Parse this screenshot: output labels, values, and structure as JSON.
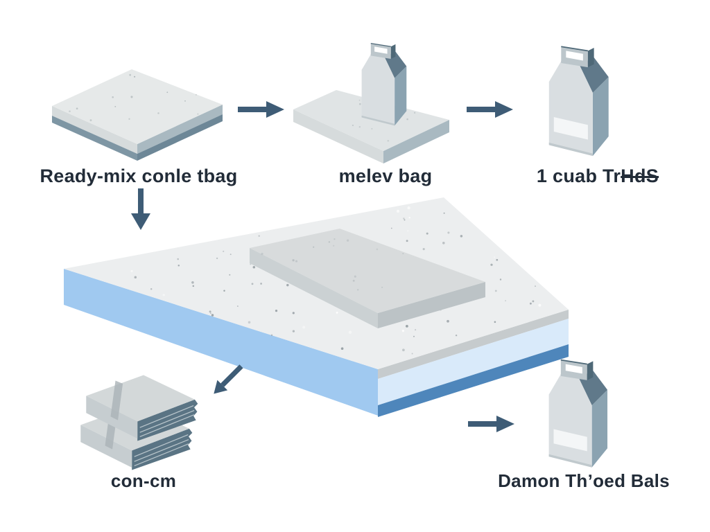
{
  "labels": {
    "ready_mix": "Ready-mix conle tbag",
    "melev": "melev bag",
    "cuab_prefix": "1 cuab Tr",
    "cuab_strike": "HdS",
    "con_cm": "con-cm",
    "damon": "Damon Thʼoed Bals"
  },
  "icons": {
    "arrow_right_1": "arrow-right-icon",
    "arrow_right_2": "arrow-right-icon",
    "arrow_down": "arrow-down-icon",
    "arrow_diagonal": "arrow-down-left-icon",
    "arrow_right_3": "arrow-right-icon"
  },
  "graphics": {
    "ready_mix_slab": "concrete-slab-icon",
    "bag_on_slab": "cement-bag-on-slab-icon",
    "cement_bag_top": "cement-bag-icon",
    "main_slab": "concrete-slab-with-raised-pad-icon",
    "folded_bags": "stacked-folded-bags-icon",
    "cement_bag_bottom": "cement-bag-icon"
  },
  "colors": {
    "bg": "#ffffff",
    "text": "#222c38",
    "arrow": "#3e5c76",
    "slab_top": "#e6e9e9",
    "slab_face_light": "#d6dbdc",
    "slab_face_mid": "#a9b9c1",
    "slab_strip_dark": "#7e96a4",
    "slab_strip_darker": "#6d8797",
    "big_top": "#eceeef",
    "big_face_blue": "#a0c9f0",
    "big_face_lightblue": "#d9eafa",
    "big_band_gray": "#c6cbcd",
    "big_band_blue": "#4e86bb",
    "pad_top": "#d8dbdc",
    "pad_face_light": "#cbd1d3",
    "pad_face_mid": "#bcc3c6",
    "bag_body": "#d9dee1",
    "bag_side": "#8ba3b1",
    "bag_gable_dark": "#60798a",
    "bag_handle": "#bcc6cb",
    "bag_handle_dark": "#4e6877",
    "bag_label": "#f4f6f7",
    "bag_bottom": "#c0c9cd",
    "book_top": "#d3d8d9",
    "book_front": "#c6cdd0",
    "book_pages": "#5a7484",
    "book_line": "#ccd6da",
    "book_strap": "#aab3b7"
  }
}
